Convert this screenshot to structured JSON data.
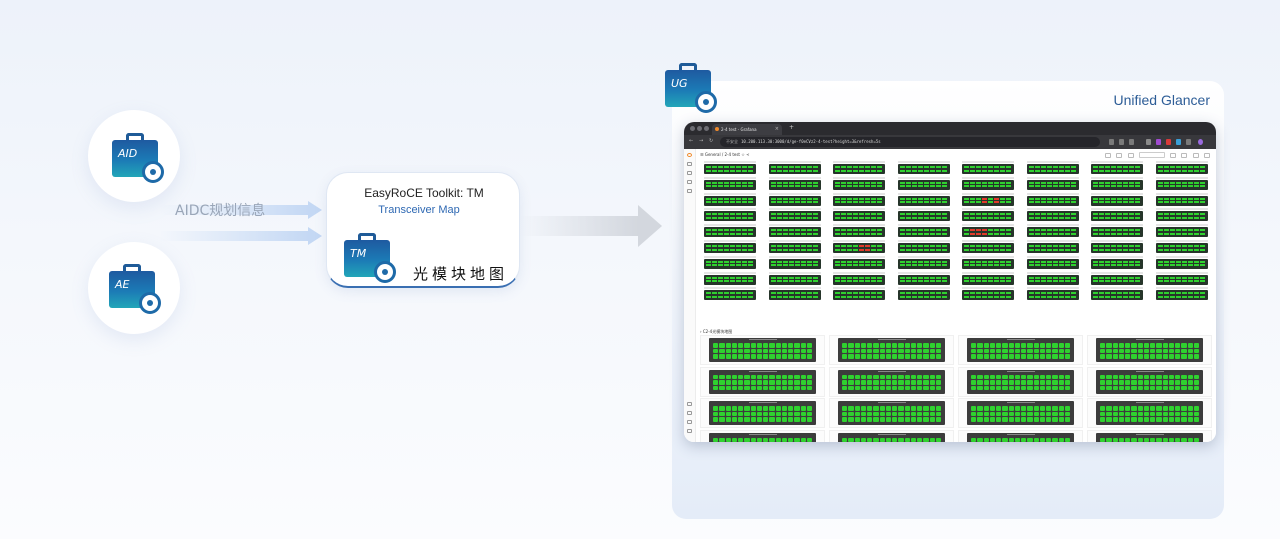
{
  "sources": {
    "aid": {
      "icon": "toolbox-icon",
      "label": "AID"
    },
    "ae": {
      "icon": "toolbox-icon",
      "label": "AE"
    },
    "connector_label": "AIDC规划信息"
  },
  "tm_card": {
    "title": "EasyRoCE Toolkit:   TM",
    "subtitle": "Transceiver Map",
    "icon": "toolbox-icon",
    "icon_label": "TM",
    "caption": "光模块地图"
  },
  "ug": {
    "icon": "toolbox-icon",
    "icon_label": "UG",
    "panel_title": "Unified Glancer"
  },
  "browser": {
    "tab_title": "2-4 test - Grafana",
    "new_tab": "+",
    "nav_back": "←",
    "nav_forward": "→",
    "nav_reload": "↻",
    "security": "不安全",
    "url": "10.200.113.30:3000/d/ge-f0eCVz2-4-test?height=3&refresh=5s",
    "breadcrumb": "☰ General / 2-4 test ☆ ≺",
    "section_title": "› C2-4光模块地图",
    "colors": {
      "ok": "#2fd12f",
      "alarm": "#e23a2a",
      "accent": "#2f69b3"
    }
  }
}
